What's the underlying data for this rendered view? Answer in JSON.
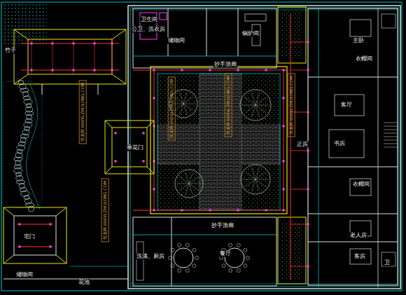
{
  "diagram": {
    "labels": [
      "竹子",
      "卫生间",
      "公卫、洗衣房",
      "储物间",
      "锅炉间",
      "抄手游廊",
      "主卧",
      "衣帽间",
      "客厅",
      "正房",
      "书房",
      "衣帽间",
      "老人房",
      "客房",
      "卫",
      "垂花门",
      "宅门",
      "储物间",
      "花池",
      "抄手游廊",
      "餐厅",
      "洗涤、厨房",
      "筑龙网 WWW.ZHULONG.COM",
      "筑龙网 WWW.ZHULONG.COM",
      "筑龙网 WWW.ZHULONG.COM",
      "筑龙网 WWW.ZHULONG.COM",
      "筑龙网 WWW.ZHULONG.COM"
    ]
  }
}
